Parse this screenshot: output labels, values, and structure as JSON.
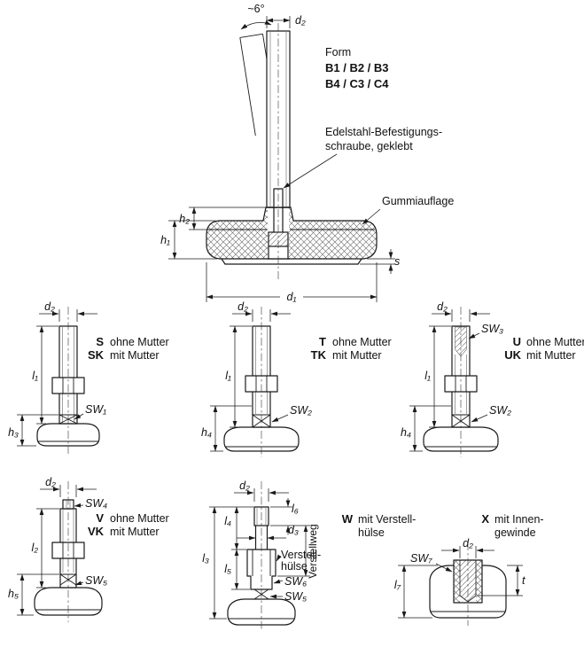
{
  "main": {
    "angle": "~6°",
    "dim_d2": "d₂",
    "form_title": "Form",
    "form_row1": "B1 / B2 / B3",
    "form_row2": "B4 / C3 / C4",
    "screw_note_1": "Edelstahl-Befestigungs-",
    "screw_note_2": "schraube, geklebt",
    "rubber_note": "Gummiauflage",
    "dim_h2": "h₂",
    "dim_h1": "h₁",
    "dim_s": "s",
    "dim_d1": "d₁"
  },
  "variant_s": {
    "dim_d2": "d₂",
    "code1": "S",
    "desc1": "ohne Mutter",
    "code2": "SK",
    "desc2": "mit Mutter",
    "dim_l1": "l₁",
    "dim_sw1": "SW₁",
    "dim_h3": "h₃"
  },
  "variant_t": {
    "dim_d2": "d₂",
    "code1": "T",
    "desc1": "ohne Mutter",
    "code2": "TK",
    "desc2": "mit Mutter",
    "dim_l1": "l₁",
    "dim_sw2": "SW₂",
    "dim_h4": "h₄"
  },
  "variant_u": {
    "dim_d2": "d₂",
    "dim_sw3": "SW₃",
    "code1": "U",
    "desc1": "ohne Mutter",
    "code2": "UK",
    "desc2": "mit Mutter",
    "dim_l1": "l₁",
    "dim_sw2": "SW₂",
    "dim_h4": "h₄"
  },
  "variant_v": {
    "dim_d2": "d₂",
    "dim_sw4": "SW₄",
    "code1": "V",
    "desc1": "ohne Mutter",
    "code2": "VK",
    "desc2": "mit Mutter",
    "dim_l2": "l₂",
    "dim_sw5": "SW₅",
    "dim_h5": "h₅"
  },
  "variant_w": {
    "dim_d2": "d₂",
    "dim_l6": "l₆",
    "dim_d3": "d₃",
    "travel_label": "Verstellweg",
    "dim_l4": "l₄",
    "dim_l5": "l₅",
    "dim_l3": "l₃",
    "sleeve_note_1": "Verstell-",
    "sleeve_note_2": "hülse",
    "dim_sw6": "SW₆",
    "dim_sw5": "SW₅",
    "code": "W",
    "desc1": "mit Verstell-",
    "desc2": "hülse"
  },
  "variant_x": {
    "code": "X",
    "desc1": "mit Innen-",
    "desc2": "gewinde",
    "dim_sw7": "SW₇",
    "dim_d2": "d₂",
    "dim_t": "t",
    "dim_l7": "l₇"
  }
}
